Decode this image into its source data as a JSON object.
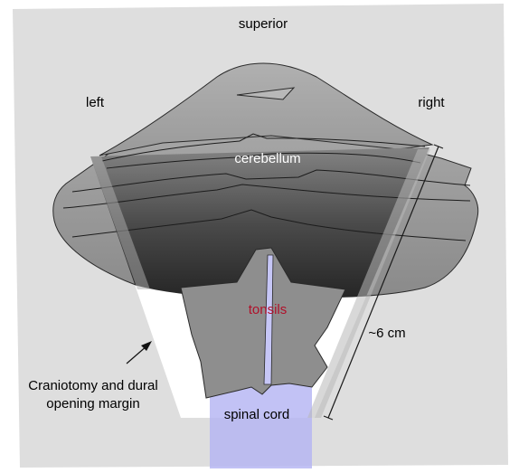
{
  "labels": {
    "superior": "superior",
    "left": "left",
    "right": "right",
    "cerebellum": "cerebellum",
    "tonsils": "tonsils",
    "measurement": "~6 cm",
    "margin_line1": "Craniotomy and dural",
    "margin_line2": "opening margin",
    "spinal_cord": "spinal cord"
  },
  "colors": {
    "background_panel": "#dedede",
    "opening": "#ffffff",
    "spinal_cord": "#b3b3f2",
    "tonsils_text": "#b0102a",
    "outline": "#2a2a2a"
  }
}
